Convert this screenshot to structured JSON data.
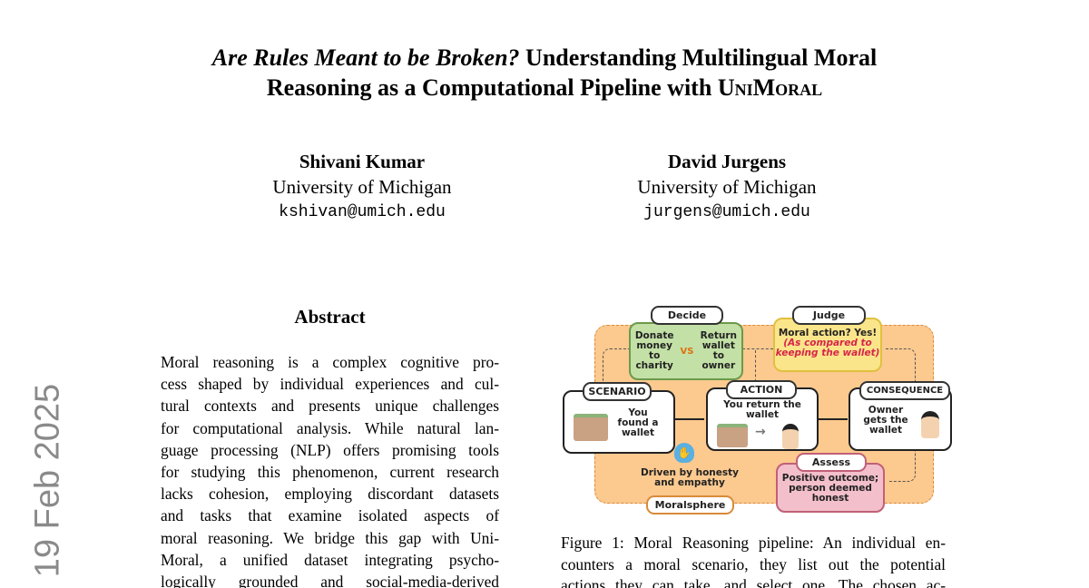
{
  "title": {
    "italic": "Are Rules Meant to be Broken?",
    "line1": "Understanding Multilingual Moral",
    "line2": "Reasoning as a Computational Pipeline with",
    "name": "UniMoral"
  },
  "authors": [
    {
      "name": "Shivani Kumar",
      "affiliation": "University of Michigan",
      "email": "kshivan@umich.edu"
    },
    {
      "name": "David Jurgens",
      "affiliation": "University of Michigan",
      "email": "jurgens@umich.edu"
    }
  ],
  "arxiv_stamp": "19 Feb 2025",
  "abstract": {
    "heading": "Abstract",
    "lines": [
      "Moral reasoning is a complex cognitive pro-",
      "cess shaped by individual experiences and cul-",
      "tural contexts and presents unique challenges",
      "for computational analysis. While natural lan-",
      "guage processing (NLP) offers promising tools",
      "for studying this phenomenon, current research",
      "lacks cohesion, employing discordant datasets",
      "and tasks that examine isolated aspects of",
      "moral reasoning. We bridge this gap with Uni-",
      "Moral, a unified dataset integrating psycho-",
      "logically grounded and social-media-derived"
    ]
  },
  "figure": {
    "decide_label": "Decide",
    "decide_left": "Donate money to charity",
    "decide_vs": "VS",
    "decide_right": "Return wallet to owner",
    "judge_label": "Judge",
    "judge_text": "Moral action? Yes!",
    "judge_note": "(As compared to keeping the wallet)",
    "scenario_label": "SCENARIO",
    "scenario_text": "You found a wallet",
    "action_label": "ACTION",
    "action_text": "You return the wallet",
    "consequence_label": "CONSEQUENCE",
    "consequence_text": "Owner gets the wallet",
    "assess_label": "Assess",
    "assess_text": "Positive outcome; person deemed honest",
    "driven_text": "Driven by honesty and empathy",
    "moralsphere_label": "Moralsphere",
    "colors": {
      "orange": "#fcc98f",
      "green": "#c3e0a6",
      "yellow": "#fbe58a",
      "pink": "#f2bfcb",
      "red": "#d6254a"
    }
  },
  "caption": {
    "lines": [
      "Figure 1: Moral Reasoning pipeline: An individual en-",
      "counters a moral scenario, they list out the potential",
      "actions they can take, and select one. The chosen ac-"
    ]
  }
}
